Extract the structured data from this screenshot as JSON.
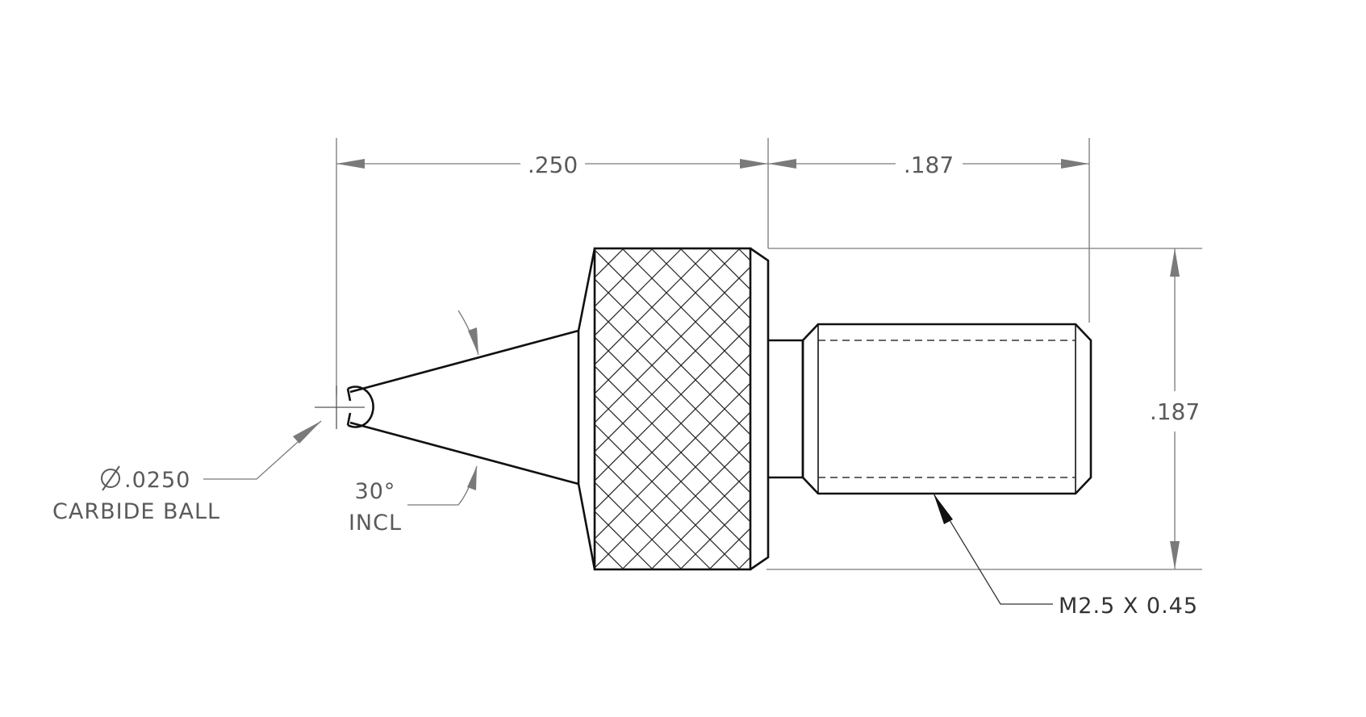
{
  "drawing": {
    "dimensions": {
      "tip_to_knurl": ".250",
      "shank_length": ".187",
      "shank_diameter": ".187"
    },
    "ball_note": {
      "diameter": ".0250",
      "line2": "CARBIDE BALL"
    },
    "angle_note": {
      "line1": "30°",
      "line2": "INCL"
    },
    "thread_note": "M2.5 X 0.45"
  }
}
